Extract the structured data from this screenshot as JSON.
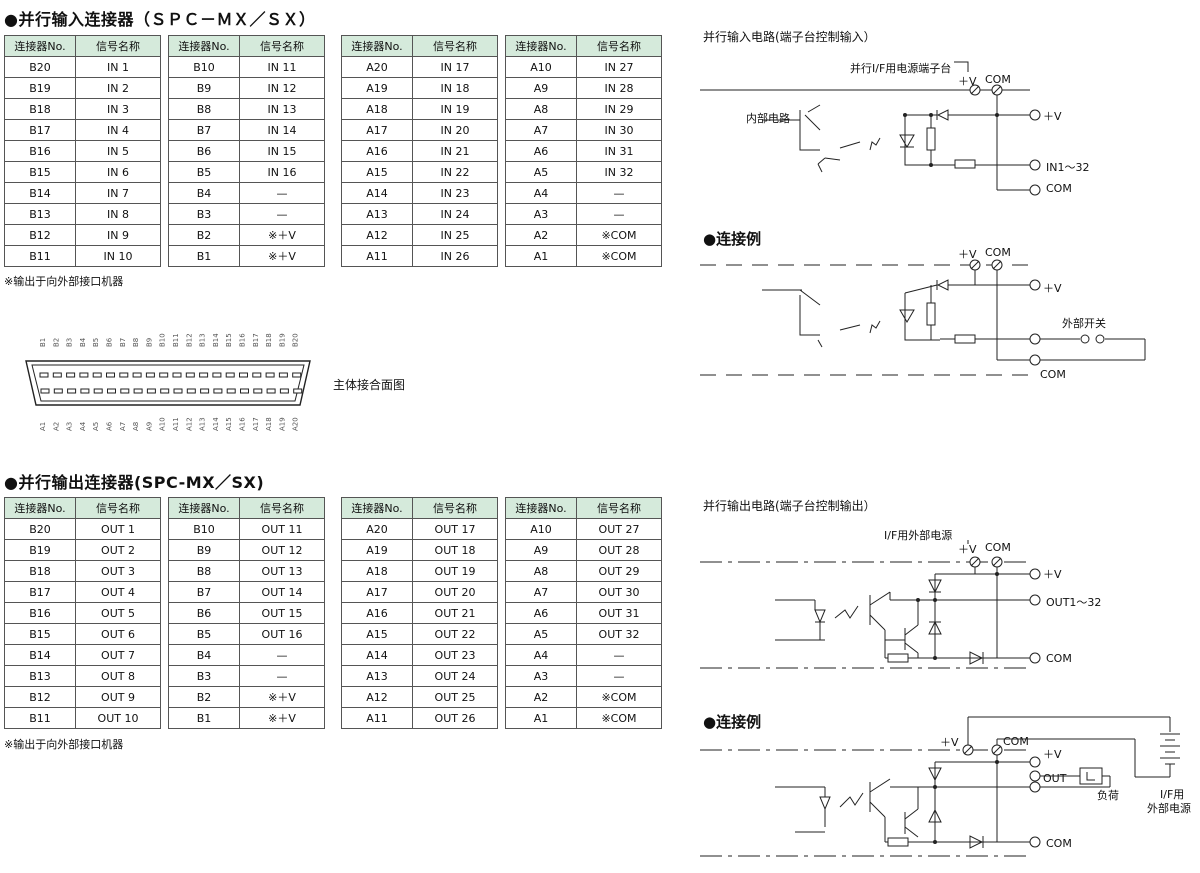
{
  "input_section": {
    "title": "●并行输入连接器（ＳＰＣ－ＭＸ／ＳＸ）",
    "headers": [
      "连接器No.",
      "信号名称"
    ],
    "tables": [
      [
        [
          "B20",
          "IN 1"
        ],
        [
          "B19",
          "IN 2"
        ],
        [
          "B18",
          "IN 3"
        ],
        [
          "B17",
          "IN 4"
        ],
        [
          "B16",
          "IN 5"
        ],
        [
          "B15",
          "IN 6"
        ],
        [
          "B14",
          "IN 7"
        ],
        [
          "B13",
          "IN 8"
        ],
        [
          "B12",
          "IN 9"
        ],
        [
          "B11",
          "IN 10"
        ]
      ],
      [
        [
          "B10",
          "IN 11"
        ],
        [
          "B9",
          "IN 12"
        ],
        [
          "B8",
          "IN 13"
        ],
        [
          "B7",
          "IN 14"
        ],
        [
          "B6",
          "IN 15"
        ],
        [
          "B5",
          "IN 16"
        ],
        [
          "B4",
          "—"
        ],
        [
          "B3",
          "—"
        ],
        [
          "B2",
          "※＋V"
        ],
        [
          "B1",
          "※＋V"
        ]
      ],
      [
        [
          "A20",
          "IN 17"
        ],
        [
          "A19",
          "IN 18"
        ],
        [
          "A18",
          "IN 19"
        ],
        [
          "A17",
          "IN 20"
        ],
        [
          "A16",
          "IN 21"
        ],
        [
          "A15",
          "IN 22"
        ],
        [
          "A14",
          "IN 23"
        ],
        [
          "A13",
          "IN 24"
        ],
        [
          "A12",
          "IN 25"
        ],
        [
          "A11",
          "IN 26"
        ]
      ],
      [
        [
          "A10",
          "IN 27"
        ],
        [
          "A9",
          "IN 28"
        ],
        [
          "A8",
          "IN 29"
        ],
        [
          "A7",
          "IN 30"
        ],
        [
          "A6",
          "IN 31"
        ],
        [
          "A5",
          "IN 32"
        ],
        [
          "A4",
          "—"
        ],
        [
          "A3",
          "—"
        ],
        [
          "A2",
          "※COM"
        ],
        [
          "A1",
          "※COM"
        ]
      ]
    ],
    "note": "※输出于向外部接口机器"
  },
  "connector": {
    "top_pins": [
      "B1",
      "B2",
      "B3",
      "B4",
      "B5",
      "B6",
      "B7",
      "B8",
      "B9",
      "B10",
      "B11",
      "B12",
      "B13",
      "B14",
      "B15",
      "B16",
      "B17",
      "B18",
      "B19",
      "B20"
    ],
    "bottom_pins": [
      "A1",
      "A2",
      "A3",
      "A4",
      "A5",
      "A6",
      "A7",
      "A8",
      "A9",
      "A10",
      "A11",
      "A12",
      "A13",
      "A14",
      "A15",
      "A16",
      "A17",
      "A18",
      "A19",
      "A20"
    ],
    "label": "主体接合面图"
  },
  "output_section": {
    "title": "●并行输出连接器(SPC-MX／SX)",
    "headers": [
      "连接器No.",
      "信号名称"
    ],
    "tables": [
      [
        [
          "B20",
          "OUT 1"
        ],
        [
          "B19",
          "OUT 2"
        ],
        [
          "B18",
          "OUT 3"
        ],
        [
          "B17",
          "OUT 4"
        ],
        [
          "B16",
          "OUT 5"
        ],
        [
          "B15",
          "OUT 6"
        ],
        [
          "B14",
          "OUT 7"
        ],
        [
          "B13",
          "OUT 8"
        ],
        [
          "B12",
          "OUT 9"
        ],
        [
          "B11",
          "OUT 10"
        ]
      ],
      [
        [
          "B10",
          "OUT 11"
        ],
        [
          "B9",
          "OUT 12"
        ],
        [
          "B8",
          "OUT 13"
        ],
        [
          "B7",
          "OUT 14"
        ],
        [
          "B6",
          "OUT 15"
        ],
        [
          "B5",
          "OUT 16"
        ],
        [
          "B4",
          "—"
        ],
        [
          "B3",
          "—"
        ],
        [
          "B2",
          "※＋V"
        ],
        [
          "B1",
          "※＋V"
        ]
      ],
      [
        [
          "A20",
          "OUT 17"
        ],
        [
          "A19",
          "OUT 18"
        ],
        [
          "A18",
          "OUT 19"
        ],
        [
          "A17",
          "OUT 20"
        ],
        [
          "A16",
          "OUT 21"
        ],
        [
          "A15",
          "OUT 22"
        ],
        [
          "A14",
          "OUT 23"
        ],
        [
          "A13",
          "OUT 24"
        ],
        [
          "A12",
          "OUT 25"
        ],
        [
          "A11",
          "OUT 26"
        ]
      ],
      [
        [
          "A10",
          "OUT 27"
        ],
        [
          "A9",
          "OUT 28"
        ],
        [
          "A8",
          "OUT 29"
        ],
        [
          "A7",
          "OUT 30"
        ],
        [
          "A6",
          "OUT 31"
        ],
        [
          "A5",
          "OUT 32"
        ],
        [
          "A4",
          "—"
        ],
        [
          "A3",
          "—"
        ],
        [
          "A2",
          "※COM"
        ],
        [
          "A1",
          "※COM"
        ]
      ]
    ],
    "note": "※输出于向外部接口机器"
  },
  "input_circuit": {
    "title": "并行输入电路(端子台控制输入）",
    "terminal_label": "并行I/F用电源端子台",
    "plus_v": "＋V",
    "com": "COM",
    "internal": "内部电路",
    "in_label": "IN1～32"
  },
  "input_example": {
    "title": "●连接例",
    "plus_v": "＋V",
    "com": "COM",
    "switch": "外部开关"
  },
  "output_circuit": {
    "title": "并行输出电路(端子台控制输出）",
    "source_label": "I/F用外部电源",
    "plus_v": "＋V",
    "com": "COM",
    "out_label": "OUT1～32"
  },
  "output_example": {
    "title": "●连接例",
    "plus_v": "＋V",
    "com": "COM",
    "out": "OUT",
    "load": "负荷",
    "supply_1": "I/F用",
    "supply_2": "外部电源"
  },
  "colors": {
    "header_bg": "#d5eadb",
    "border": "#555555",
    "line": "#222222"
  }
}
